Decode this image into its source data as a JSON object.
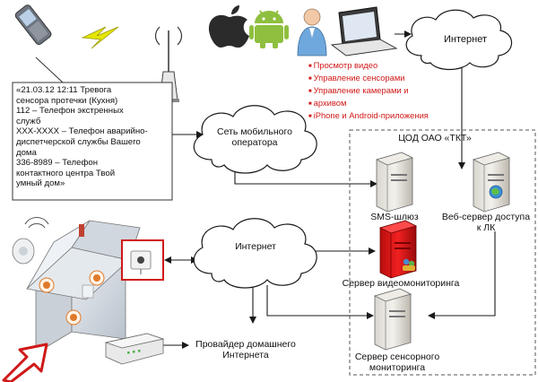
{
  "sms_lines": [
    "«21.03.12 12:11 Тревога",
    "сенсора протечки (Кухня)",
    "112 – Телефон экстренных",
    "служб",
    "ХХХ-ХХХХ – Телефон аварийно-",
    "диспетчерской службы Вашего",
    "дома",
    "336-8989 – Телефон",
    "контактного центра Твой",
    "умный дом»"
  ],
  "labels": {
    "internet_top": "Интернет",
    "mobile_network_line1": "Сеть мобильного",
    "mobile_network_line2": "оператора",
    "internet_mid": "Интернет",
    "data_center": "ЦОД ОАО «ТКТ»",
    "sms_gateway": "SMS-шлюз",
    "web_server_line1": "Веб-сервер доступа",
    "web_server_line2": "к ЛК",
    "video_server": "Сервер видеомониторинга",
    "sensor_server_line1": "Сервер сенсорного",
    "sensor_server_line2": "мониторинга",
    "isp_line1": "Провайдер домашнего",
    "isp_line2": "Интернета"
  },
  "features": [
    "Просмотр видео",
    "Управление сенсорами",
    "Управление камерами и",
    "архивом",
    "iPhone и Android-приложения"
  ],
  "colors": {
    "line": "#1a1a1a",
    "accent_red": "#d01818",
    "feature_text": "#d01818",
    "dashed_border": "#555555"
  },
  "icons": [
    "mobile-phone-icon",
    "signal-bolt-icon",
    "antenna-tower-icon",
    "apple-icon",
    "android-icon",
    "user-icon",
    "laptop-icon",
    "server-icon",
    "globe-icon",
    "house-icon",
    "camera-icon",
    "router-icon",
    "arrow-icon"
  ]
}
